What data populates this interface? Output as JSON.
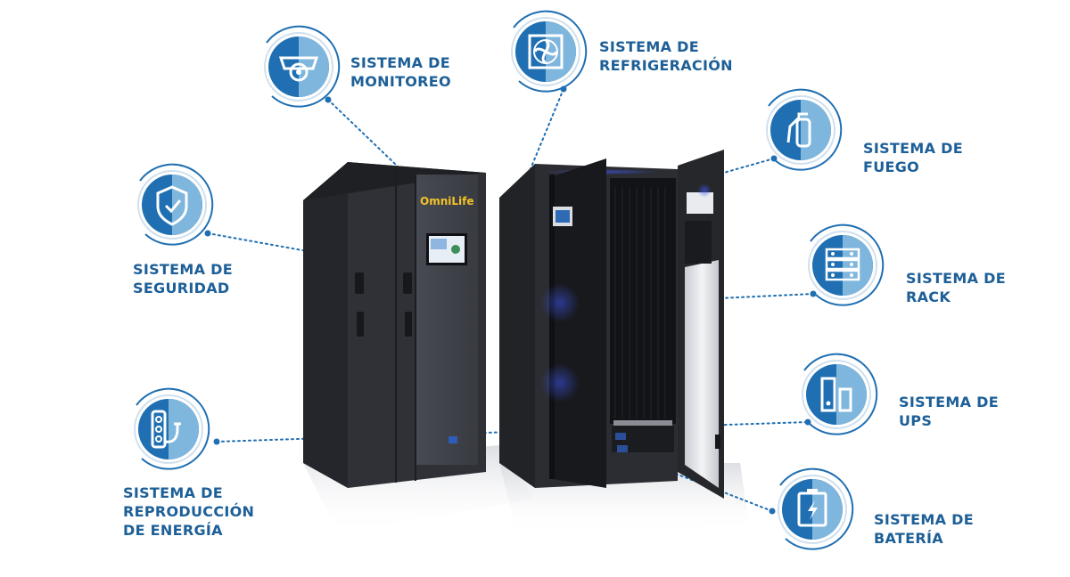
{
  "brand": {
    "logo_text": "OmniLife"
  },
  "colors": {
    "accent": "#1f6fb2",
    "light": "#7fb6dd",
    "label": "#1d5f97",
    "cabinet": "#2a2b30"
  },
  "systems": [
    {
      "id": "monitoreo",
      "icon": "camera-icon",
      "line1": "SISTEMA DE",
      "line2": "MONITOREO"
    },
    {
      "id": "refrigeracion",
      "icon": "fan-icon",
      "line1": "SISTEMA DE",
      "line2": "REFRIGERACIÓN"
    },
    {
      "id": "fuego",
      "icon": "fire-extinguisher-icon",
      "line1": "SISTEMA DE",
      "line2": "FUEGO"
    },
    {
      "id": "seguridad",
      "icon": "shield-check-icon",
      "line1": "SISTEMA DE",
      "line2": "SEGURIDAD"
    },
    {
      "id": "rack",
      "icon": "server-rack-icon",
      "line1": "SISTEMA DE",
      "line2": "RACK"
    },
    {
      "id": "ups",
      "icon": "ups-icon",
      "line1": "SISTEMA DE",
      "line2": "UPS"
    },
    {
      "id": "energia",
      "icon": "power-strip-icon",
      "line1": "SISTEMA DE",
      "line2": "REPRODUCCIÓN",
      "line3": "DE ENERGÍA"
    },
    {
      "id": "bateria",
      "icon": "battery-icon",
      "line1": "SISTEMA DE",
      "line2": "BATERÍA"
    }
  ]
}
